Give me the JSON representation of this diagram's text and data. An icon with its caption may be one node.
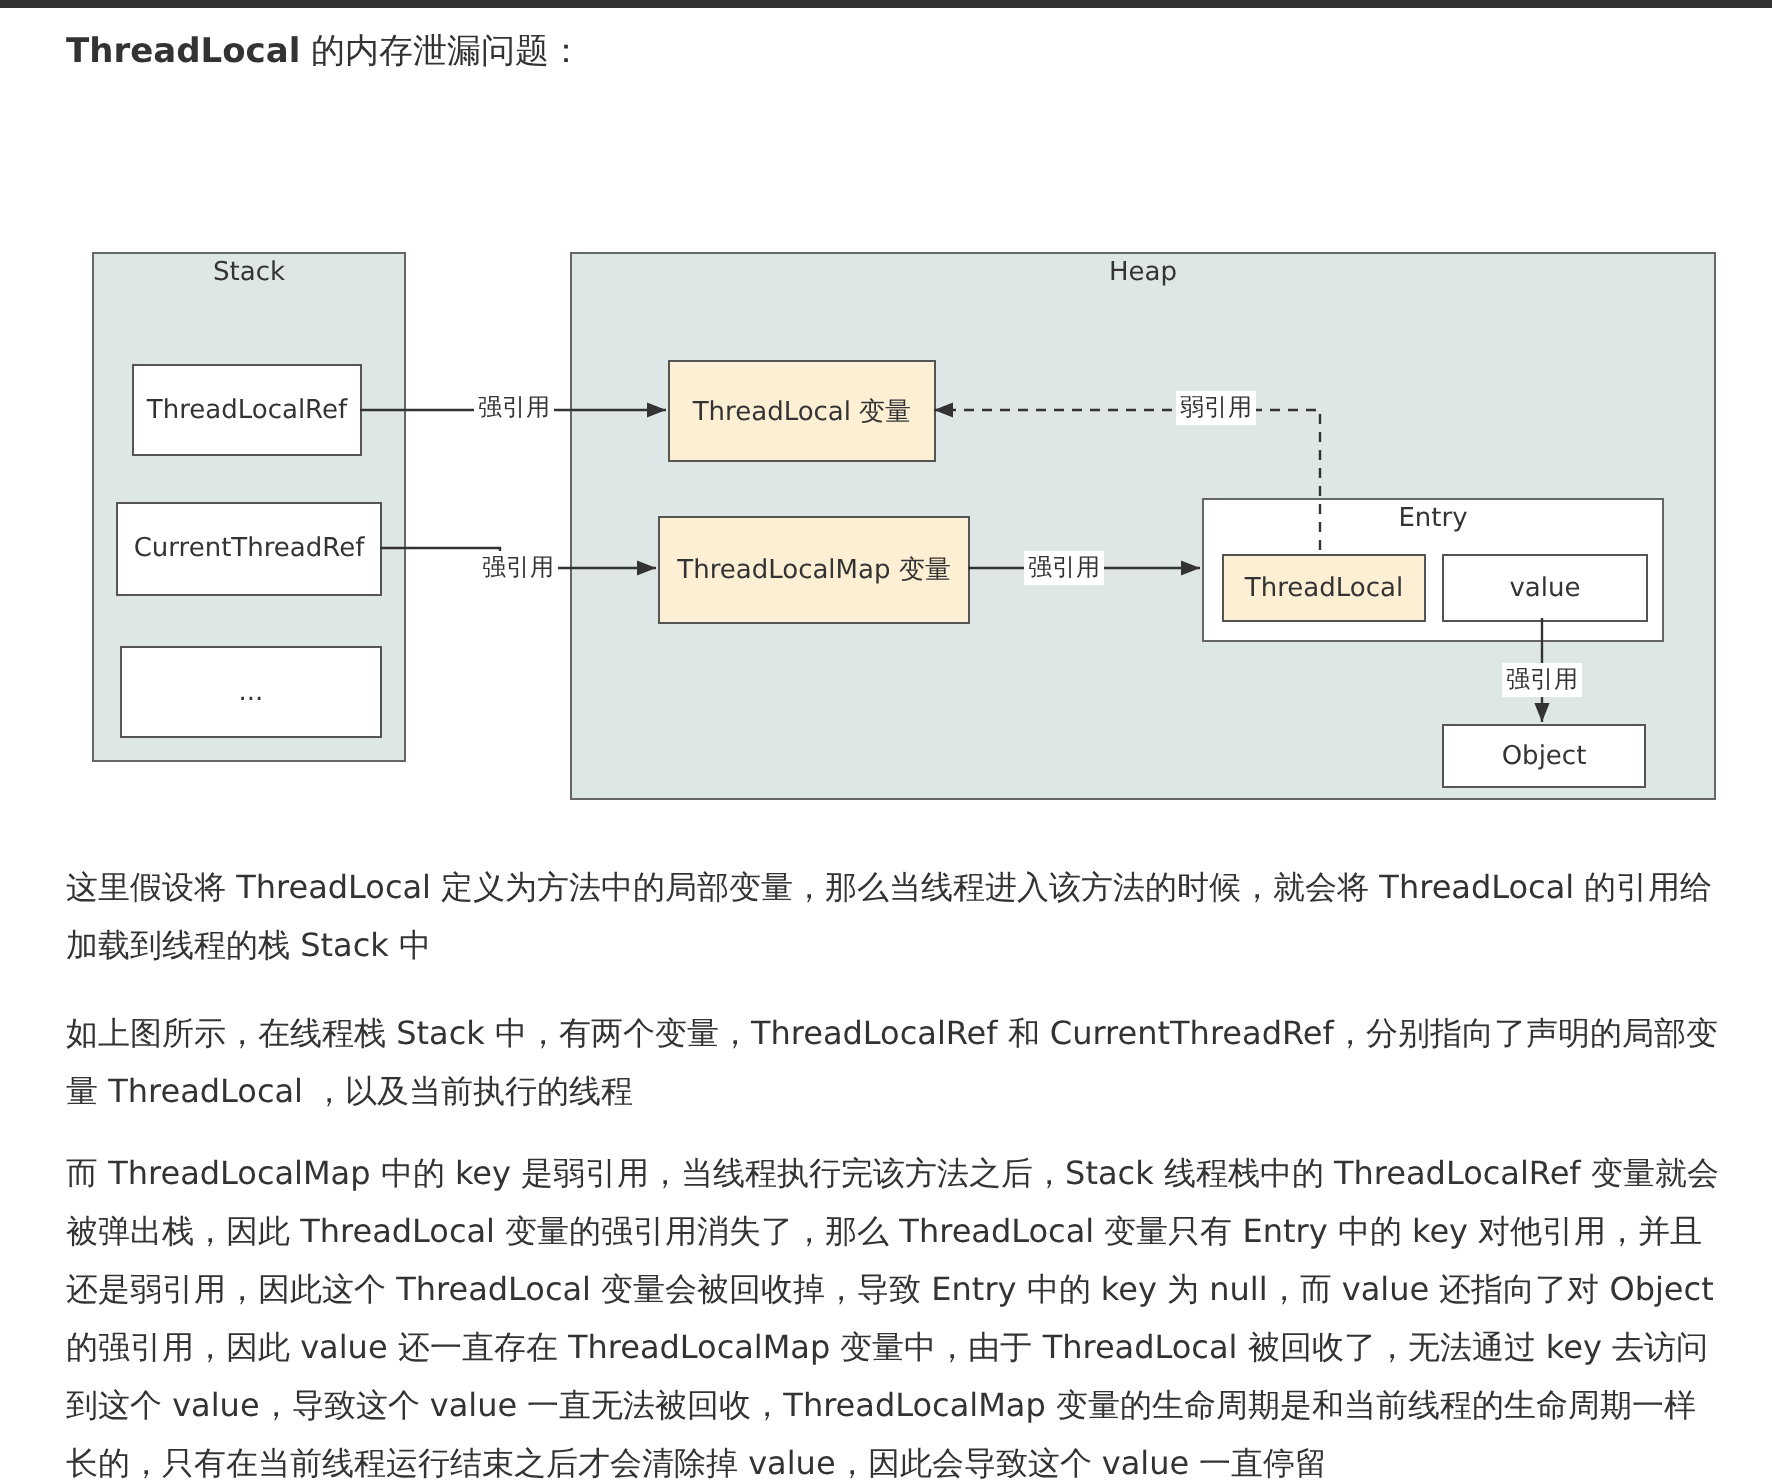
{
  "diagram": {
    "title": "**ThreadLocal** 的内存泄漏问题：",
    "nodes": [
      {
        "text": [
          "Stack"
        ]
      },
      {
        "text": [
          "ThreadLocalRef"
        ],
        "in": 0
      },
      {
        "text": [
          "CurrentThreadRef"
        ],
        "in": 0
      },
      {
        "text": [
          "..."
        ],
        "in": 0
      },
      {
        "text": [
          "Heap"
        ]
      },
      {
        "text": [
          "ThreadLocal 变量"
        ],
        "in": 4
      },
      {
        "text": [
          "ThreadLocalMap 变量"
        ],
        "in": 4
      },
      {
        "text": [
          "Entry"
        ],
        "in": 4
      },
      {
        "text": [
          "ThreadLocal"
        ],
        "in": 7
      },
      {
        "text": [
          "value"
        ],
        "in": 7
      },
      {
        "text": [
          "Object"
        ],
        "in": 4
      }
    ],
    "edges": [
      {
        "from": 1,
        "to": 5,
        "arrow": "to",
        "label": "强引用"
      },
      {
        "from": 2,
        "to": 6,
        "arrow": "to",
        "label": "强引用"
      },
      {
        "from": 6,
        "to": 7,
        "arrow": "to",
        "label": "强引用"
      },
      {
        "from": 8,
        "to": 5,
        "arrow": "to",
        "label": "弱引用",
        "style": "dashed"
      },
      {
        "from": 9,
        "to": 10,
        "arrow": "to",
        "label": "强引用"
      }
    ],
    "labels": [
      "这里假设将 ThreadLocal 定义为方法中的局部变量，那么当线程进入该方法的时候，就会将 ThreadLocal 的引用给加载到线程的栈 Stack 中",
      "如上图所示，在线程栈 Stack 中，有两个变量，ThreadLocalRef 和 CurrentThreadRef，分别指向了声明的局部变量 ThreadLocal ，以及当前执行的线程",
      "而 ThreadLocalMap 中的 key 是弱引用，当线程执行完该方法之后，Stack 线程栈中的 ThreadLocalRef 变量就会被弹出栈，因此 ThreadLocal 变量的强引用消失了，那么 ThreadLocal 变量只有 Entry 中的 key 对他引用，并且还是弱引用，因此这个 ThreadLocal 变量会被回收掉，导致 Entry 中的 key 为 null，而 value 还指向了对 Object 的强引用，因此 value 还一直存在 ThreadLocalMap 变量中，由于 ThreadLocal 被回收了，无法通过 key 去访问到这个 value，导致这个 value 一直无法被回收，ThreadLocalMap 变量的生命周期是和当前线程的生命周期一样长的，只有在当前线程运行结束之后才会清除掉 value，因此会导致这个 value 一直停留"
    ]
  }
}
